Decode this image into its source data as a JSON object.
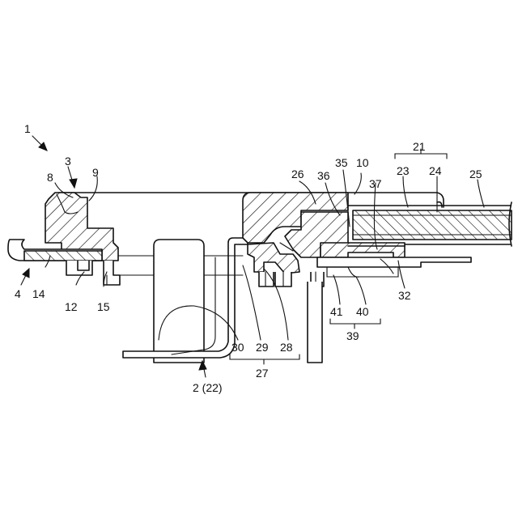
{
  "figure": {
    "background": "#ffffff",
    "stroke_color": "#111111"
  },
  "labels": {
    "l1": "1",
    "l3": "3",
    "l8": "8",
    "l9": "9",
    "l4": "4",
    "l14": "14",
    "l12": "12",
    "l15": "15",
    "l26": "26",
    "l36": "36",
    "l35": "35",
    "l10": "10",
    "l21": "21",
    "l23": "23",
    "l24": "24",
    "l25": "25",
    "l37": "37",
    "l32": "32",
    "l41": "41",
    "l40": "40",
    "l39": "39",
    "l30": "30",
    "l29": "29",
    "l28": "28",
    "l27": "27",
    "l2": "2 (22)"
  }
}
